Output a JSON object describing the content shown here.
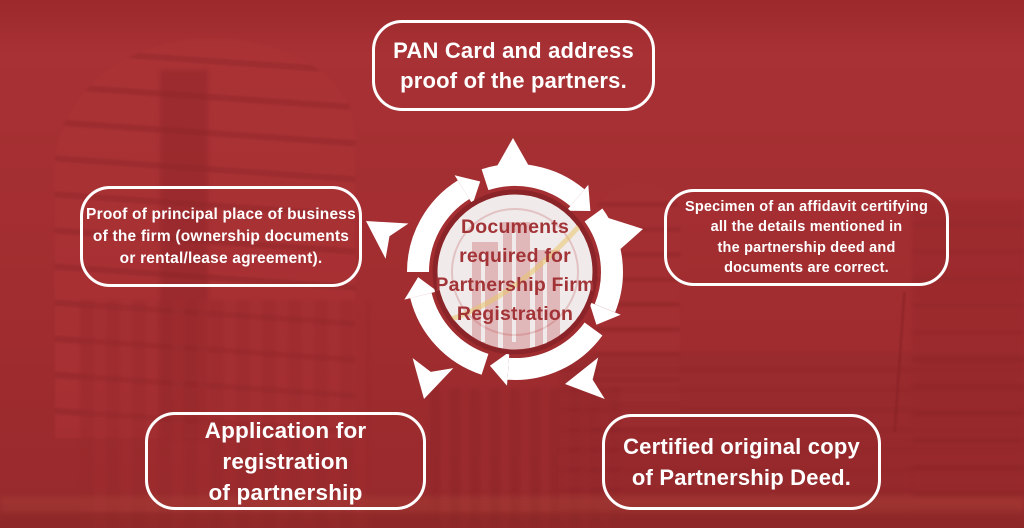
{
  "diagram": {
    "center": {
      "title_lines": [
        "Documents",
        "required for",
        "Partnership Firm",
        "Registration"
      ]
    },
    "boxes": {
      "top": {
        "lines": [
          "PAN Card and address",
          "proof of the partners."
        ]
      },
      "left": {
        "lines": [
          "Proof of principal place of business",
          "of the firm (ownership documents",
          "or rental/lease agreement)."
        ]
      },
      "right": {
        "lines": [
          "Specimen of an affidavit certifying",
          "all the details mentioned in",
          "the partnership deed and",
          "documents are correct."
        ]
      },
      "bottom_left": {
        "lines": [
          "Application for",
          "registration",
          "of partnership"
        ]
      },
      "bottom_right": {
        "lines": [
          "Certified original copy",
          "of Partnership Deed."
        ]
      }
    },
    "colors": {
      "background_red": "#a02b2e",
      "box_border": "#ffffff",
      "box_text": "#ffffff",
      "center_text": "#a23337",
      "center_disc_fill": "#f0eaea",
      "center_disc_border": "#8b2428",
      "ring_white": "#ffffff",
      "watermark_gold": "#e9c46a",
      "watermark_red": "#c0484a"
    }
  }
}
